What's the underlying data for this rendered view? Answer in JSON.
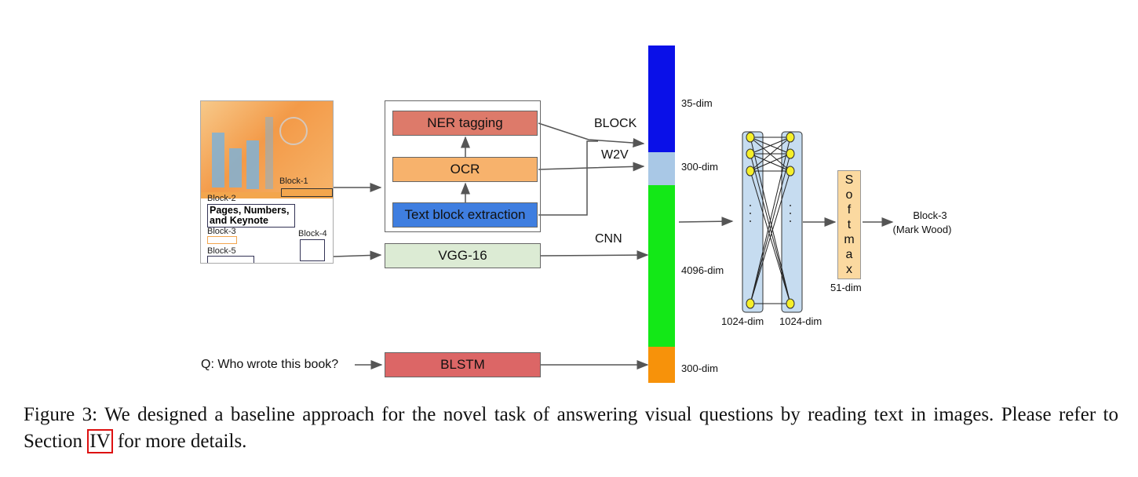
{
  "diagram": {
    "cover": {
      "block1": "Block-1",
      "block2": "Block-2",
      "block3": "Block-3",
      "block4": "Block-4",
      "block5": "Block-5",
      "title": "Pages, Numbers, and Keynote",
      "title_line1": "Pages, Numbers,",
      "title_line2": "and Keynote"
    },
    "modules": {
      "ner": "NER tagging",
      "ocr": "OCR",
      "text_block": "Text block extraction",
      "vgg": "VGG-16",
      "blstm": "BLSTM"
    },
    "question": "Q: Who wrote this book?",
    "edge_labels": {
      "block": "BLOCK",
      "w2v": "W2V",
      "cnn": "CNN"
    },
    "feature_segments": [
      {
        "label": "35-dim",
        "color": "#0a10e8"
      },
      {
        "label": "300-dim",
        "color": "#a9c8e6"
      },
      {
        "label": "4096-dim",
        "color": "#13e817"
      },
      {
        "label": "300-dim",
        "color": "#f7920a"
      }
    ],
    "fc_layers": [
      "1024-dim",
      "1024-dim"
    ],
    "softmax": {
      "letters": [
        "S",
        "o",
        "f",
        "t",
        "m",
        "a",
        "x"
      ],
      "dim": "51-dim"
    },
    "output": {
      "line1": "Block-3",
      "line2": "(Mark Wood)"
    }
  },
  "caption": {
    "before": "Figure 3: We designed a baseline approach for the novel task of answering visual questions by reading text in images. Please refer to Section ",
    "ref": "IV",
    "after": " for more details."
  },
  "colors": {
    "ner": "#dd7a6a",
    "ocr": "#f7b26c",
    "text_block": "#3f7ee0",
    "vgg": "#dcebd4",
    "blstm": "#dc6666",
    "fc_layer": "#c6dcf0",
    "neuron": "#f5ef2a",
    "softmax": "#fbd9a0"
  }
}
